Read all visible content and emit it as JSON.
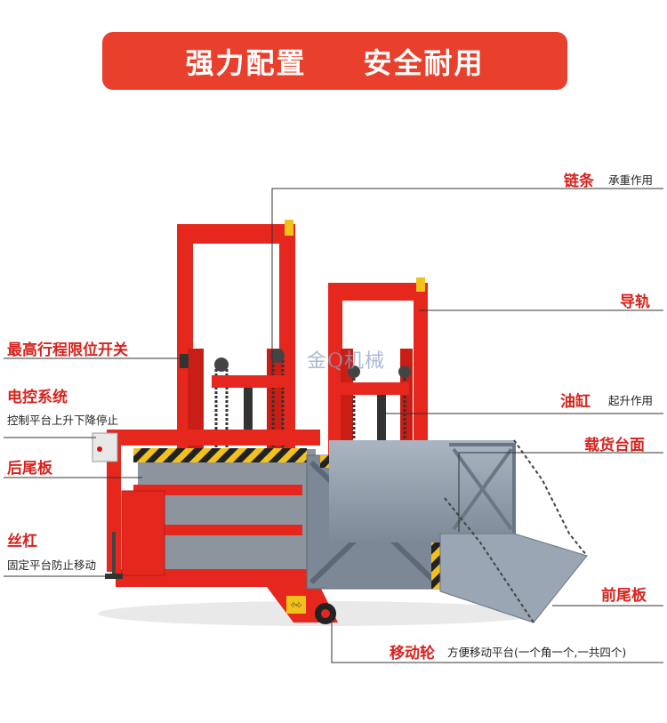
{
  "banner": {
    "left": "强力配置",
    "right": "安全耐用"
  },
  "watermark": "金Q机械",
  "labels": {
    "chain": {
      "title": "链条",
      "desc": "承重作用"
    },
    "guide_rail": {
      "title": "导轨"
    },
    "top_limit_switch": {
      "title": "最高行程限位开关"
    },
    "control_system": {
      "title": "电控系统",
      "desc": "控制平台上升下降停止"
    },
    "oil_cylinder": {
      "title": "油缸",
      "desc": "起升作用"
    },
    "load_deck": {
      "title": "载货台面"
    },
    "rear_flap": {
      "title": "后尾板"
    },
    "screw_jack": {
      "title": "丝杠",
      "desc": "固定平台防止移动"
    },
    "front_flap": {
      "title": "前尾板"
    },
    "wheel": {
      "title": "移动轮",
      "desc": "方便移动平台(一个角一个,一共四个)"
    }
  },
  "warning_sign": "小心",
  "colors": {
    "accent": "#e8402c",
    "frame_red": "#e5271d",
    "deck_gray": "#8e9aa7",
    "label_red": "#d7231e"
  }
}
